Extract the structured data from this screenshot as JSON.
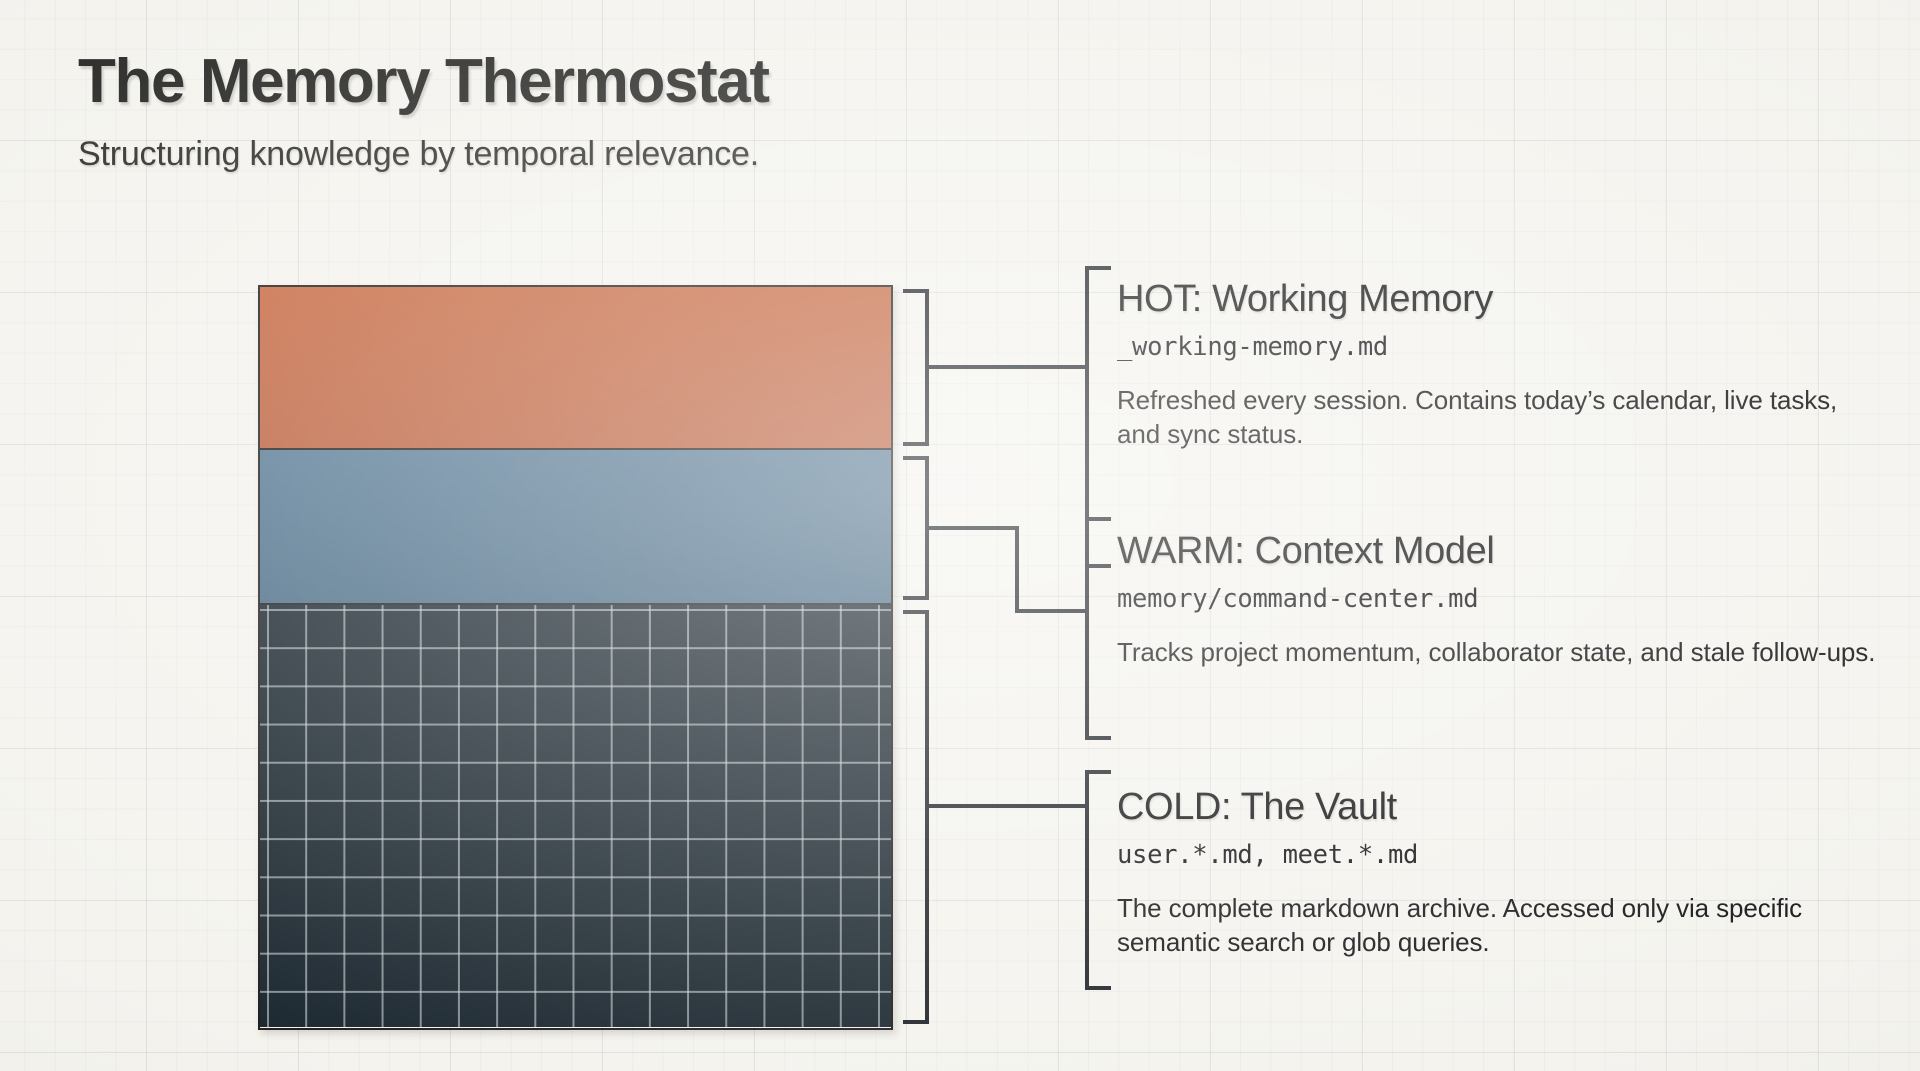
{
  "header": {
    "title": "The Memory Thermostat",
    "subtitle": "Structuring knowledge by temporal relevance."
  },
  "colors": {
    "background": "#f4f3ee",
    "hot": "#c2683f",
    "warm": "#51738e",
    "cold": "#1e2a32",
    "ink": "#22262b",
    "cold_grid_line": "#c8ced0"
  },
  "tiers": [
    {
      "key": "hot",
      "title": "HOT: Working Memory",
      "path": "_working-memory.md",
      "description": "Refreshed every session. Contains today’s calendar, live tasks, and sync status.",
      "color": "#c2683f",
      "band_label": "hot-band"
    },
    {
      "key": "warm",
      "title": "WARM: Context Model",
      "path": "memory/command-center.md",
      "description": "Tracks project momentum, collaborator state, and stale follow-ups.",
      "color": "#51738e",
      "band_label": "warm-band"
    },
    {
      "key": "cold",
      "title": "COLD: The Vault",
      "path": "user.*.md, meet.*.md",
      "description": "The complete markdown archive. Accessed only via specific semantic search or glob queries.",
      "color": "#1e2a32",
      "band_label": "cold-band"
    }
  ],
  "chart_data": {
    "type": "bar",
    "title": "The Memory Thermostat",
    "subtitle": "Structuring knowledge by temporal relevance.",
    "orientation": "vertical-stacked",
    "categories": [
      "HOT: Working Memory",
      "WARM: Context Model",
      "COLD: The Vault"
    ],
    "values": [
      163,
      155,
      422
    ],
    "value_unit": "px-height",
    "proportions": [
      0.22,
      0.21,
      0.57
    ],
    "colors": [
      "#c2683f",
      "#51738e",
      "#1e2a32"
    ],
    "xlabel": "",
    "ylabel": "",
    "grid": true,
    "legend": "right-callouts"
  }
}
